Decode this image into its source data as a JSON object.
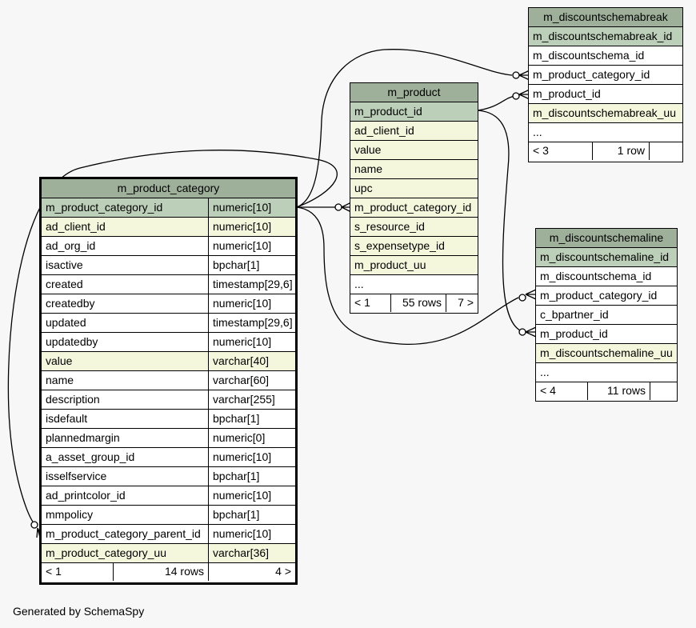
{
  "tables": {
    "m_product_category": {
      "name": "m_product_category",
      "columns": [
        {
          "name": "m_product_category_id",
          "type": "numeric[10]",
          "kind": "pk"
        },
        {
          "name": "ad_client_id",
          "type": "numeric[10]",
          "kind": "idx"
        },
        {
          "name": "ad_org_id",
          "type": "numeric[10]",
          "kind": "plain"
        },
        {
          "name": "isactive",
          "type": "bpchar[1]",
          "kind": "plain"
        },
        {
          "name": "created",
          "type": "timestamp[29,6]",
          "kind": "plain"
        },
        {
          "name": "createdby",
          "type": "numeric[10]",
          "kind": "plain"
        },
        {
          "name": "updated",
          "type": "timestamp[29,6]",
          "kind": "plain"
        },
        {
          "name": "updatedby",
          "type": "numeric[10]",
          "kind": "plain"
        },
        {
          "name": "value",
          "type": "varchar[40]",
          "kind": "idx"
        },
        {
          "name": "name",
          "type": "varchar[60]",
          "kind": "plain"
        },
        {
          "name": "description",
          "type": "varchar[255]",
          "kind": "plain"
        },
        {
          "name": "isdefault",
          "type": "bpchar[1]",
          "kind": "plain"
        },
        {
          "name": "plannedmargin",
          "type": "numeric[0]",
          "kind": "plain"
        },
        {
          "name": "a_asset_group_id",
          "type": "numeric[10]",
          "kind": "plain"
        },
        {
          "name": "isselfservice",
          "type": "bpchar[1]",
          "kind": "plain"
        },
        {
          "name": "ad_printcolor_id",
          "type": "numeric[10]",
          "kind": "plain"
        },
        {
          "name": "mmpolicy",
          "type": "bpchar[1]",
          "kind": "plain"
        },
        {
          "name": "m_product_category_parent_id",
          "type": "numeric[10]",
          "kind": "plain"
        },
        {
          "name": "m_product_category_uu",
          "type": "varchar[36]",
          "kind": "idx"
        }
      ],
      "footer": {
        "parents": "< 1",
        "rows": "14 rows",
        "children": "4 >"
      }
    },
    "m_product": {
      "name": "m_product",
      "columns": [
        {
          "name": "m_product_id",
          "kind": "pk"
        },
        {
          "name": "ad_client_id",
          "kind": "idx"
        },
        {
          "name": "value",
          "kind": "idx"
        },
        {
          "name": "name",
          "kind": "idx"
        },
        {
          "name": "upc",
          "kind": "idx"
        },
        {
          "name": "m_product_category_id",
          "kind": "idx"
        },
        {
          "name": "s_resource_id",
          "kind": "idx"
        },
        {
          "name": "s_expensetype_id",
          "kind": "idx"
        },
        {
          "name": "m_product_uu",
          "kind": "idx"
        },
        {
          "name": "...",
          "kind": "plain"
        }
      ],
      "footer": {
        "parents": "< 1",
        "rows": "55 rows",
        "children": "7 >"
      }
    },
    "m_discountschemabreak": {
      "name": "m_discountschemabreak",
      "columns": [
        {
          "name": "m_discountschemabreak_id",
          "kind": "pk"
        },
        {
          "name": "m_discountschema_id",
          "kind": "plain"
        },
        {
          "name": "m_product_category_id",
          "kind": "plain"
        },
        {
          "name": "m_product_id",
          "kind": "plain"
        },
        {
          "name": "m_discountschemabreak_uu",
          "kind": "idx"
        },
        {
          "name": "...",
          "kind": "plain"
        }
      ],
      "footer": {
        "parents": "< 3",
        "rows": "1 row",
        "children": ""
      }
    },
    "m_discountschemaline": {
      "name": "m_discountschemaline",
      "columns": [
        {
          "name": "m_discountschemaline_id",
          "kind": "pk"
        },
        {
          "name": "m_discountschema_id",
          "kind": "plain"
        },
        {
          "name": "m_product_category_id",
          "kind": "plain"
        },
        {
          "name": "c_bpartner_id",
          "kind": "plain"
        },
        {
          "name": "m_product_id",
          "kind": "plain"
        },
        {
          "name": "m_discountschemaline_uu",
          "kind": "idx"
        },
        {
          "name": "...",
          "kind": "plain"
        }
      ],
      "footer": {
        "parents": "< 4",
        "rows": "11 rows",
        "children": ""
      }
    }
  },
  "generated_by": "Generated by SchemaSpy"
}
